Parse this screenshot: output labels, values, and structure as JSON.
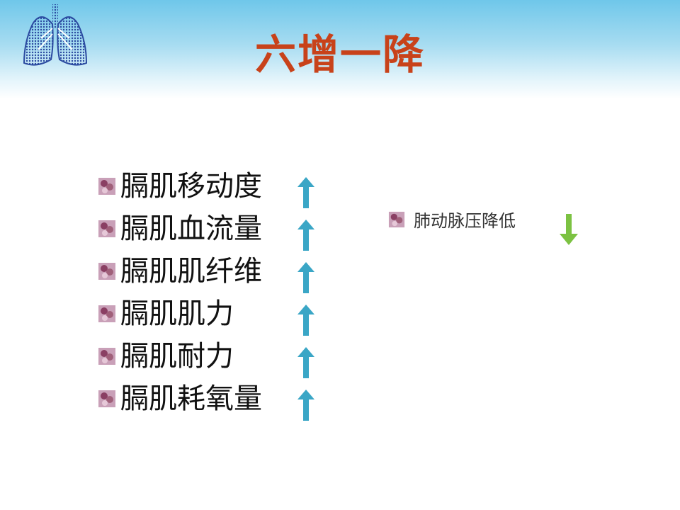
{
  "slide": {
    "title": "六增一降",
    "title_color": "#c8421a",
    "header_colors": [
      "#6fc7ea",
      "#ffffff"
    ]
  },
  "logo": {
    "icon": "lungs-icon",
    "color": "#2b4aa0"
  },
  "bullets": [
    {
      "text": "膈肌移动度",
      "trend": "up",
      "icon": "arrow-up-icon"
    },
    {
      "text": "膈肌血流量",
      "trend": "up",
      "icon": "arrow-up-icon"
    },
    {
      "text": "膈肌肌纤维",
      "trend": "up",
      "icon": "arrow-up-icon"
    },
    {
      "text": "膈肌肌力",
      "trend": "up",
      "icon": "arrow-up-icon"
    },
    {
      "text": "膈肌耐力",
      "trend": "up",
      "icon": "arrow-up-icon"
    },
    {
      "text": "膈肌耗氧量",
      "trend": "up",
      "icon": "arrow-up-icon"
    }
  ],
  "side_item": {
    "text": "肺动脉压降低",
    "trend": "down",
    "icon": "arrow-down-icon"
  },
  "colors": {
    "up_arrow": "#3aa6c6",
    "down_arrow": "#7cc242",
    "bullet_marker": "#a0607a"
  }
}
